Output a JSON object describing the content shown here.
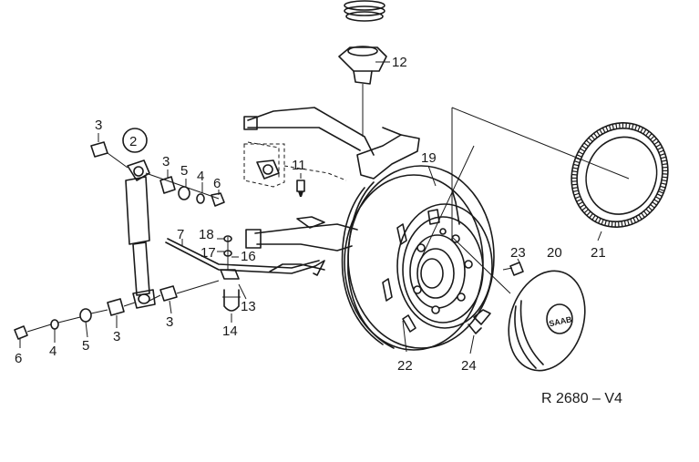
{
  "reference": "R 2680 – V4",
  "hub_logo": "SAAB",
  "callouts": [
    {
      "id": "c1",
      "text": "12"
    },
    {
      "id": "c2",
      "text": "11"
    },
    {
      "id": "c3",
      "text": "19"
    },
    {
      "id": "c4",
      "text": "21"
    },
    {
      "id": "c5",
      "text": "20"
    },
    {
      "id": "c6",
      "text": "23"
    },
    {
      "id": "c7",
      "text": "22"
    },
    {
      "id": "c8",
      "text": "24"
    },
    {
      "id": "c9",
      "text": "3"
    },
    {
      "id": "c10",
      "text": "2"
    },
    {
      "id": "c11",
      "text": "3"
    },
    {
      "id": "c12",
      "text": "5"
    },
    {
      "id": "c13",
      "text": "4"
    },
    {
      "id": "c14",
      "text": "6"
    },
    {
      "id": "c15",
      "text": "7"
    },
    {
      "id": "c16",
      "text": "18"
    },
    {
      "id": "c17",
      "text": "17"
    },
    {
      "id": "c18",
      "text": "16"
    },
    {
      "id": "c19",
      "text": "13"
    },
    {
      "id": "c20",
      "text": "14"
    },
    {
      "id": "c21",
      "text": "3"
    },
    {
      "id": "c22",
      "text": "3"
    },
    {
      "id": "c23",
      "text": "5"
    },
    {
      "id": "c24",
      "text": "4"
    },
    {
      "id": "c25",
      "text": "6"
    }
  ]
}
